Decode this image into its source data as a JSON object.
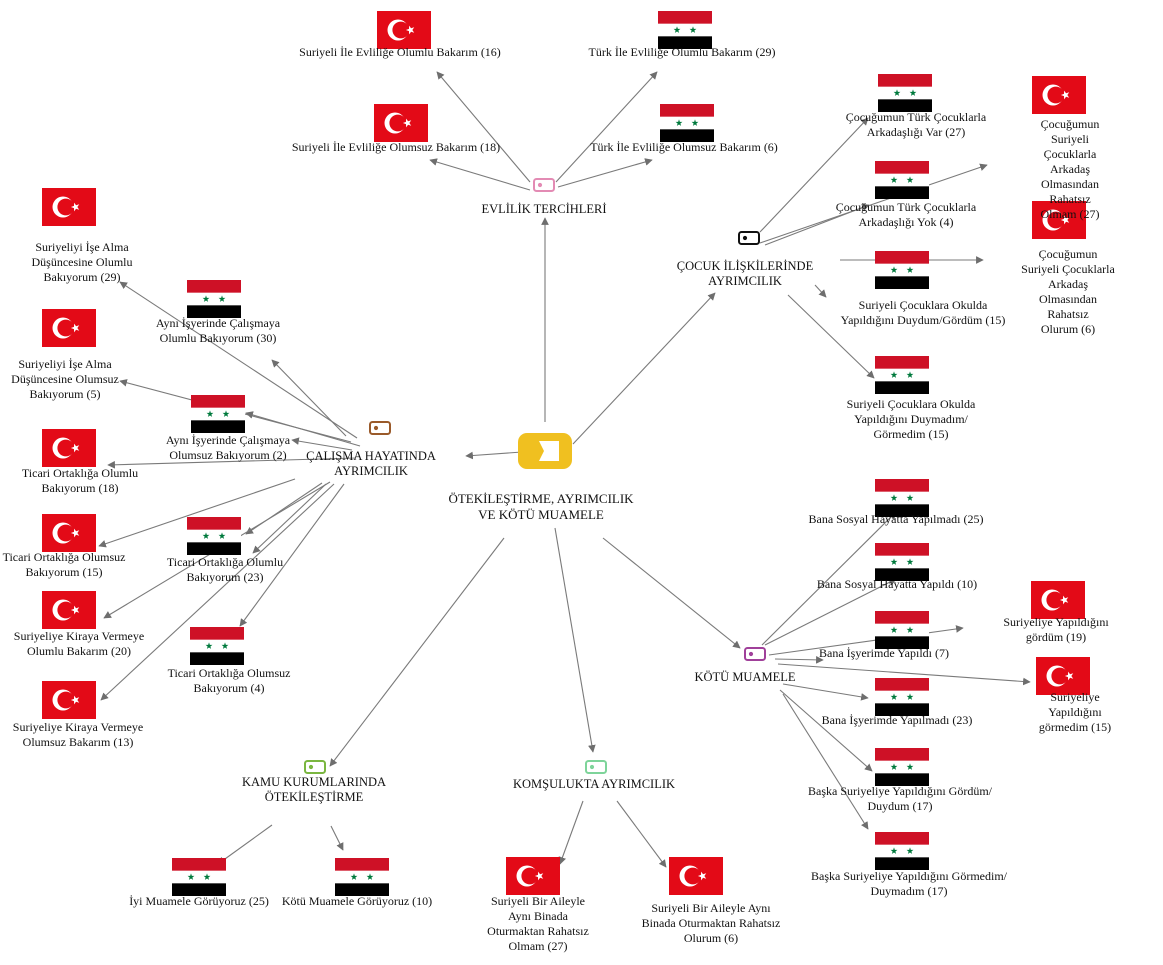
{
  "colors": {
    "edge": "#7a7a7a",
    "tr_red": "#e30a17",
    "sy_red": "#ce1126",
    "sy_black": "#000000",
    "star_green": "#007a3d",
    "root_icon": "#f0c020",
    "tag_evlilik": "#e38bb4",
    "tag_cocuk": "#111111",
    "tag_calisma": "#9a5a2a",
    "tag_kotu": "#a0409a",
    "tag_kamu": "#7ab640",
    "tag_komsu": "#7ed49a"
  },
  "root": {
    "label": "ÖTEKİLEŞTİRME, AYRIMCILIK\nVE KÖTÜ MUAMELE",
    "icon": "folder-icon"
  },
  "categories": [
    {
      "id": "evlilik",
      "label": "EVLİLİK TERCİHLERİ",
      "icon": "tag-icon"
    },
    {
      "id": "cocuk",
      "label": "ÇOCUK İLİŞKİLERİNDE\nAYRIMCILIK",
      "icon": "tag-icon"
    },
    {
      "id": "calisma",
      "label": "ÇALIŞMA HAYATINDA\nAYRIMCILIK",
      "icon": "tag-icon"
    },
    {
      "id": "kotu",
      "label": "KÖTÜ MUAMELE",
      "icon": "tag-icon"
    },
    {
      "id": "kamu",
      "label": "KAMU KURUMLARINDA\nÖTEKİLEŞTİRME",
      "icon": "tag-icon"
    },
    {
      "id": "komsu",
      "label": "KOMŞULUKTA AYRIMCILIK",
      "icon": "tag-icon"
    }
  ],
  "leaves": [
    {
      "parent": "evlilik",
      "flag": "turkey",
      "label": "Suriyeli İle Evliliğe Olumlu Bakarım (16)"
    },
    {
      "parent": "evlilik",
      "flag": "syria",
      "label": "Türk İle Evliliğe Olumlu Bakarım (29)"
    },
    {
      "parent": "evlilik",
      "flag": "turkey",
      "label": "Suriyeli İle Evliliğe Olumsuz Bakarım (18)"
    },
    {
      "parent": "evlilik",
      "flag": "syria",
      "label": "Türk İle Evliliğe Olumsuz Bakarım (6)"
    },
    {
      "parent": "cocuk",
      "flag": "syria",
      "label": "Çocuğumun Türk Çocuklarla\nArkadaşlığı Var (27)"
    },
    {
      "parent": "cocuk",
      "flag": "turkey",
      "label": "Çocuğumun Suriyeli Çocuklarla\nArkadaş Olmasından Rahatsız\nOlmam (27)"
    },
    {
      "parent": "cocuk",
      "flag": "syria",
      "label": "Çocuğumun Türk Çocuklarla\nArkadaşlığı Yok (4)"
    },
    {
      "parent": "cocuk",
      "flag": "turkey",
      "label": "Çocuğumun Suriyeli Çocuklarla\nArkadaş Olmasından Rahatsız\nOlurum (6)"
    },
    {
      "parent": "cocuk",
      "flag": "syria",
      "label": "Suriyeli Çocuklara Okulda\nYapıldığını Duydum/Gördüm (15)"
    },
    {
      "parent": "cocuk",
      "flag": "syria",
      "label": "Suriyeli Çocuklara Okulda\nYapıldığını Duymadım/\nGörmedim (15)"
    },
    {
      "parent": "calisma",
      "flag": "turkey",
      "label": "Suriyeliyi İşe Alma\nDüşüncesine Olumlu\nBakıyorum (29)"
    },
    {
      "parent": "calisma",
      "flag": "syria",
      "label": "Aynı İşyerinde Çalışmaya\nOlumlu Bakıyorum (30)"
    },
    {
      "parent": "calisma",
      "flag": "turkey",
      "label": "Suriyeliyi İşe Alma\nDüşüncesine Olumsuz\nBakıyorum (5)"
    },
    {
      "parent": "calisma",
      "flag": "syria",
      "label": "Aynı İşyerinde Çalışmaya\nOlumsuz Bakıyorum (2)"
    },
    {
      "parent": "calisma",
      "flag": "turkey",
      "label": "Ticari Ortaklığa Olumlu\nBakıyorum (18)"
    },
    {
      "parent": "calisma",
      "flag": "turkey",
      "label": "Ticari Ortaklığa Olumsuz\nBakıyorum (15)"
    },
    {
      "parent": "calisma",
      "flag": "syria",
      "label": "Ticari Ortaklığa Olumlu\nBakıyorum (23)"
    },
    {
      "parent": "calisma",
      "flag": "turkey",
      "label": "Suriyeliye Kiraya Vermeye\nOlumlu Bakarım (20)"
    },
    {
      "parent": "calisma",
      "flag": "syria",
      "label": "Ticari Ortaklığa Olumsuz\nBakıyorum (4)"
    },
    {
      "parent": "calisma",
      "flag": "turkey",
      "label": "Suriyeliye Kiraya Vermeye\nOlumsuz Bakarım (13)"
    },
    {
      "parent": "kotu",
      "flag": "syria",
      "label": "Bana Sosyal Hayatta Yapılmadı (25)"
    },
    {
      "parent": "kotu",
      "flag": "syria",
      "label": "Bana Sosyal Hayatta Yapıldı (10)"
    },
    {
      "parent": "kotu",
      "flag": "turkey",
      "label": "Suriyeliye Yapıldığını gördüm (19)"
    },
    {
      "parent": "kotu",
      "flag": "syria",
      "label": "Bana İşyerimde Yapıldı (7)"
    },
    {
      "parent": "kotu",
      "flag": "turkey",
      "label": "Suriyeliye Yapıldığını görmedim (15)"
    },
    {
      "parent": "kotu",
      "flag": "syria",
      "label": "Bana İşyerimde Yapılmadı (23)"
    },
    {
      "parent": "kotu",
      "flag": "syria",
      "label": "Başka Suriyeliye Yapıldığını Gördüm/\nDuydum (17)"
    },
    {
      "parent": "kotu",
      "flag": "syria",
      "label": "Başka Suriyeliye Yapıldığını Görmedim/\nDuymadım (17)"
    },
    {
      "parent": "kamu",
      "flag": "syria",
      "label": "İyi Muamele Görüyoruz (25)"
    },
    {
      "parent": "kamu",
      "flag": "syria",
      "label": "Kötü Muamele Görüyoruz (10)"
    },
    {
      "parent": "komsu",
      "flag": "turkey",
      "label": "Suriyeli Bir Aileyle\nAynı Binada\nOturmaktan Rahatsız\nOlmam (27)"
    },
    {
      "parent": "komsu",
      "flag": "turkey",
      "label": "Suriyeli Bir Aileyle Aynı\nBinada Oturmaktan Rahatsız\nOlurum (6)"
    }
  ]
}
